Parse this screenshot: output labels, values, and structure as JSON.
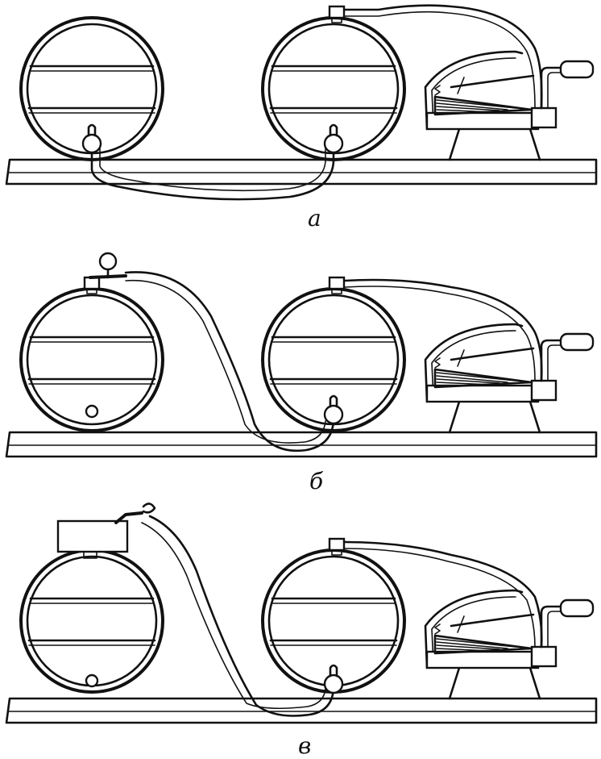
{
  "panels": [
    {
      "label": "a"
    },
    {
      "label": "б"
    },
    {
      "label": "в"
    }
  ],
  "colors": {
    "ink": "#111111",
    "paper": "#ffffff"
  }
}
